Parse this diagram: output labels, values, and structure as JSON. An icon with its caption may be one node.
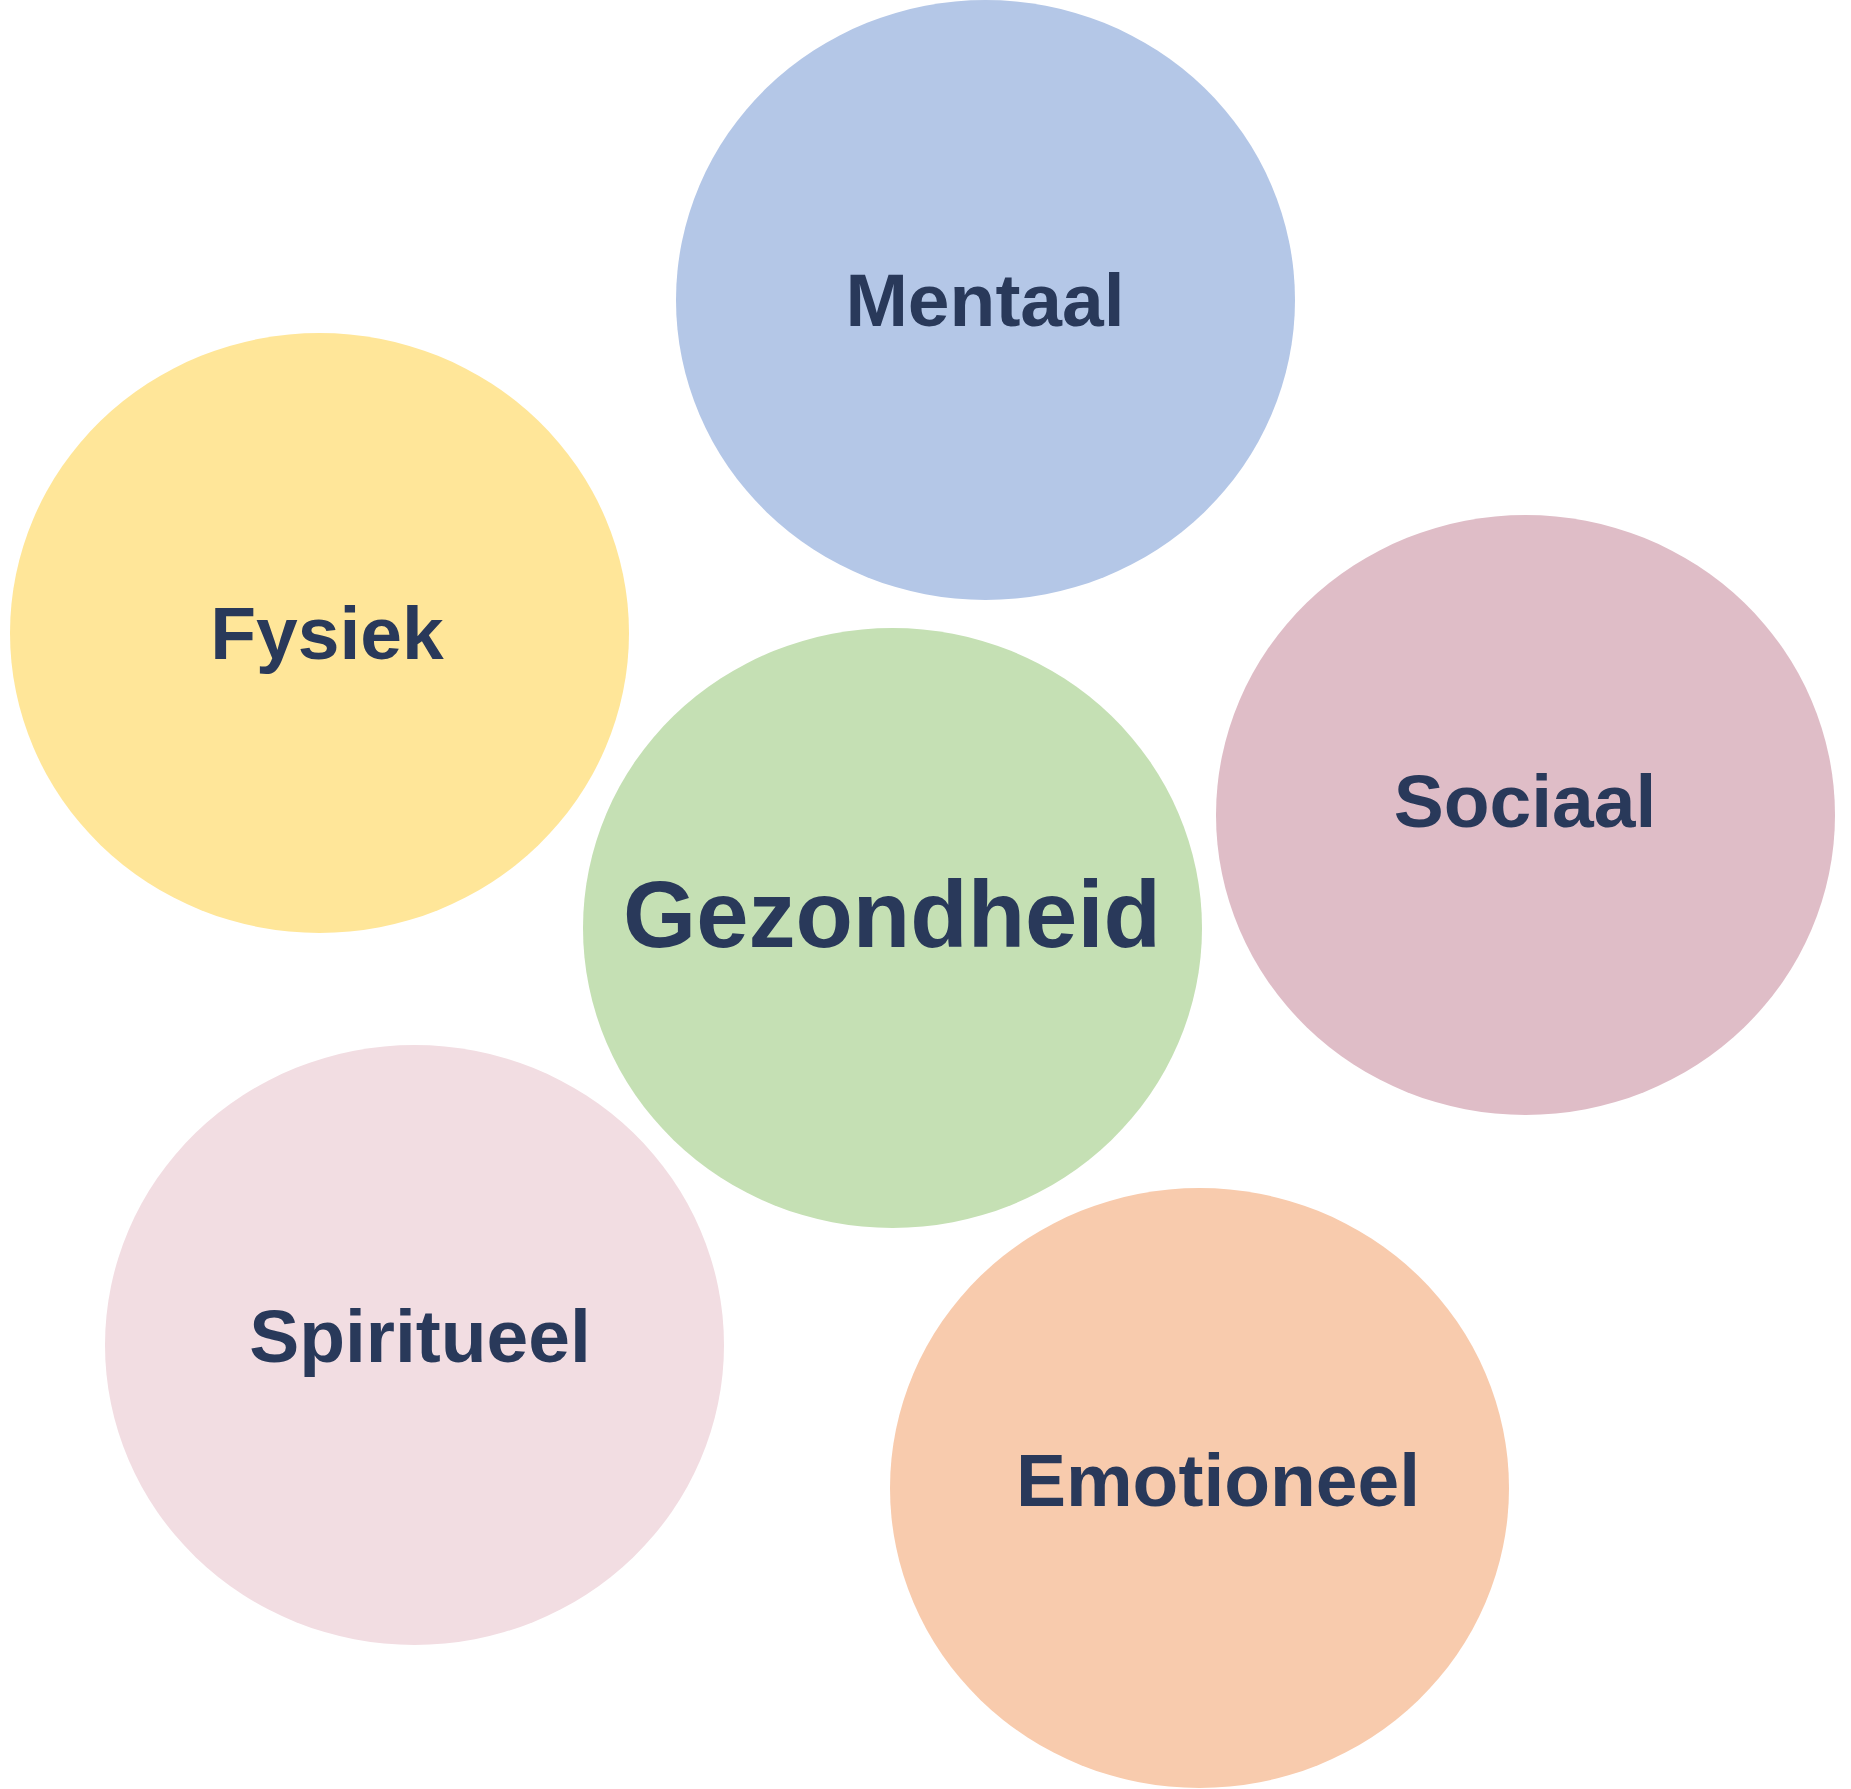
{
  "diagram": {
    "nodes": [
      {
        "text": [
          "Mentaal"
        ]
      },
      {
        "text": [
          "Fysiek"
        ]
      },
      {
        "text": [
          "Sociaal"
        ]
      },
      {
        "text": [
          "Gezondheid"
        ]
      },
      {
        "text": [
          "Spiritueel"
        ]
      },
      {
        "text": [
          "Emotioneel"
        ]
      }
    ]
  }
}
